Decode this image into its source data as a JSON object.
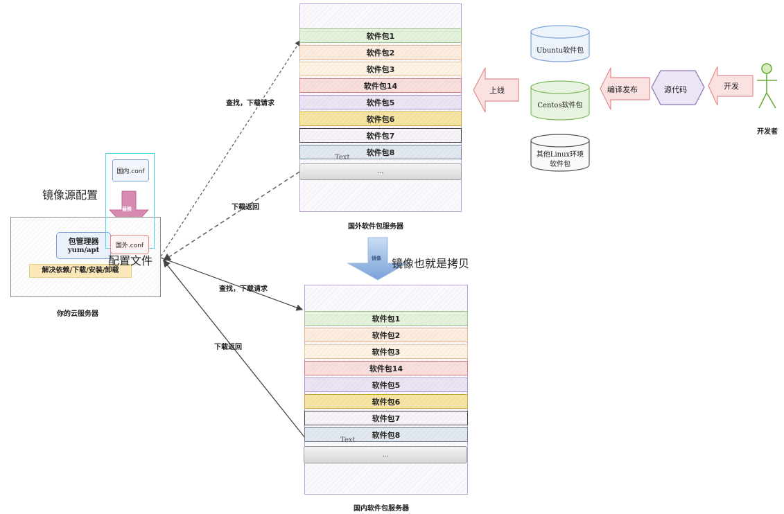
{
  "colors": {
    "pkg_fills": [
      "#e4f2dc",
      "#fcecdf",
      "#fdf3e4",
      "#f9dede",
      "#ede4f3",
      "#f6e4a4",
      "#f7f3f8",
      "#e2e8ef"
    ],
    "pkg_borders": [
      "#9dc28b",
      "#e3b88c",
      "#e6c99b",
      "#cf8080",
      "#ab93c8",
      "#c9a93a",
      "#444444",
      "#6d7f95"
    ]
  },
  "foreign_server": {
    "packages": [
      "软件包1",
      "软件包2",
      "软件包3",
      "软件包14",
      "软件包5",
      "软件包6",
      "软件包7",
      "软件包8"
    ],
    "ellipsis": "...",
    "text_stray": "Text",
    "label": "国外软件包服务器"
  },
  "domestic_server": {
    "packages": [
      "软件包1",
      "软件包2",
      "软件包3",
      "软件包14",
      "软件包5",
      "软件包6",
      "软件包7",
      "软件包8"
    ],
    "ellipsis": "...",
    "text_stray": "Text",
    "label": "国内软件包服务器"
  },
  "cloud_server": {
    "label": "你的云服务器",
    "pm_title": "包管理器",
    "pm_sub": "yum/apt",
    "actions": "解决依赖/下载/安装/卸载",
    "conf_domestic": "国内.conf",
    "conf_foreign": "国外.conf",
    "switch_label": "替换"
  },
  "annotations": {
    "mirror_config": "镜像源配置",
    "config_file": "配置文件",
    "mirror_copy": "镜像也就是拷贝",
    "mirror_small": "镜像"
  },
  "edges": {
    "search_top": "查找，下载请求",
    "return_top": "下载返回",
    "search_bottom": "查找，下载请求",
    "return_bottom": "下载返回"
  },
  "dev_flow": {
    "online": "上线",
    "compile": "编译发布",
    "source": "源代码",
    "develop": "开发",
    "developer": "开发者",
    "db_ubuntu": "Ubuntu软件包",
    "db_centos": "Centos软件包",
    "db_other_1": "其他Linux环境",
    "db_other_2": "软件包"
  }
}
